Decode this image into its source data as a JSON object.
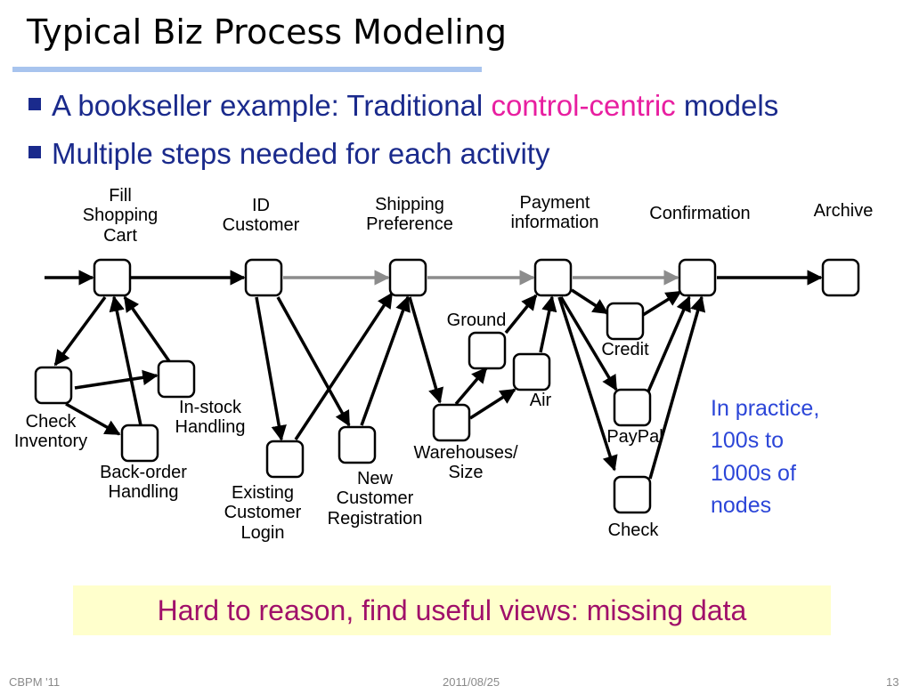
{
  "title": "Typical Biz Process Modeling",
  "bullets": {
    "b1_prefix": "A bookseller example: Traditional ",
    "b1_highlight": "control-centric",
    "b1_suffix": " models",
    "b2": "Multiple steps needed for each activity"
  },
  "labels": {
    "fill_cart": "Fill\nShopping\nCart",
    "id_customer": "ID\nCustomer",
    "shipping_pref": "Shipping\nPreference",
    "payment_info": "Payment\ninformation",
    "confirmation": "Confirmation",
    "archive": "Archive",
    "check_inventory": "Check\nInventory",
    "in_stock": "In-stock\nHandling",
    "back_order": "Back-order\nHandling",
    "existing_login": "Existing\nCustomer\nLogin",
    "new_registration": "New\nCustomer\nRegistration",
    "warehouses": "Warehouses/\nSize",
    "ground": "Ground",
    "air": "Air",
    "credit": "Credit",
    "paypal": "PayPal",
    "check": "Check"
  },
  "note": "In practice,\n100s to\n1000s of\nnodes",
  "callout": "Hard to reason, find useful views: missing data",
  "footer": {
    "left": "CBPM '11",
    "center": "2011/08/25",
    "right": "13"
  },
  "colors": {
    "title_rule": "#a8c4ee",
    "bullet_text": "#1a2a8c",
    "highlight": "#e81ea0",
    "note": "#2c46d8",
    "callout_bg": "#ffffcc",
    "callout_text": "#a0106a",
    "gray_arrow": "#8c8c8c"
  }
}
